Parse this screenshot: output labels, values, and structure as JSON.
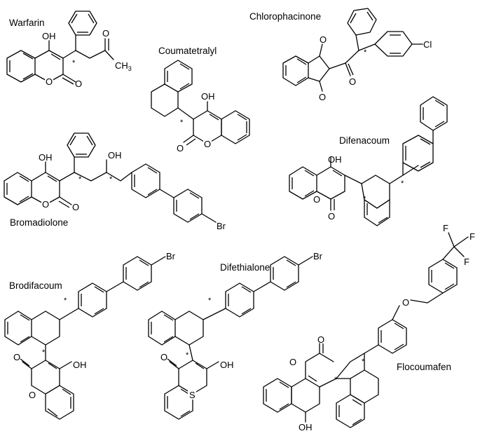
{
  "compounds": [
    {
      "name": "Warfarin"
    },
    {
      "name": "Chlorophacinone"
    },
    {
      "name": "Coumatetralyl"
    },
    {
      "name": "Difenacoum"
    },
    {
      "name": "Bromadiolone"
    },
    {
      "name": "Brodifacoum"
    },
    {
      "name": "Difethialone"
    },
    {
      "name": "Flocoumafen"
    }
  ],
  "atom_labels": {
    "oh": "OH",
    "o": "O",
    "s": "S",
    "cl": "Cl",
    "br": "Br",
    "f": "F",
    "ch3": "CH",
    "ch3_sub": "3",
    "stereo": "*"
  }
}
